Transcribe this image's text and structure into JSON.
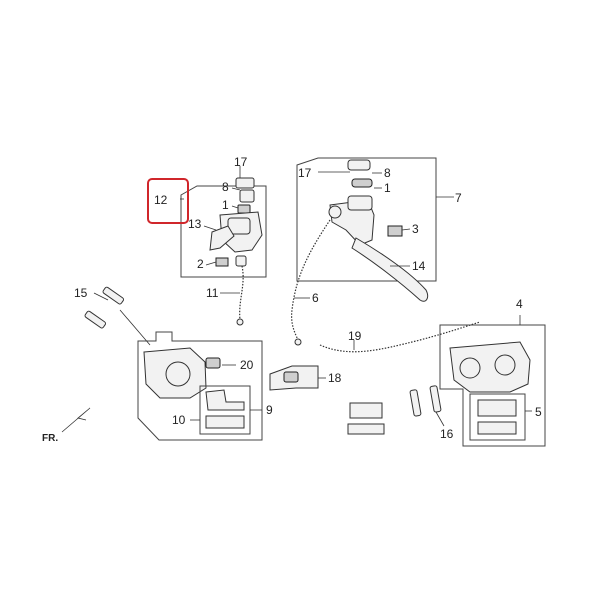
{
  "diagram": {
    "highlight_color": "#d0262b",
    "labels": {
      "p1a": "1",
      "p1b": "1",
      "p2": "2",
      "p3": "3",
      "p4": "4",
      "p5": "5",
      "p6": "6",
      "p7": "7",
      "p8a": "8",
      "p8b": "8",
      "p9": "9",
      "p10": "10",
      "p11": "11",
      "p12": "12",
      "p13": "13",
      "p14": "14",
      "p15": "15",
      "p16": "16",
      "p17a": "17",
      "p17b": "17",
      "p18": "18",
      "p19": "19",
      "p20": "20"
    },
    "direction_label": "FR."
  }
}
